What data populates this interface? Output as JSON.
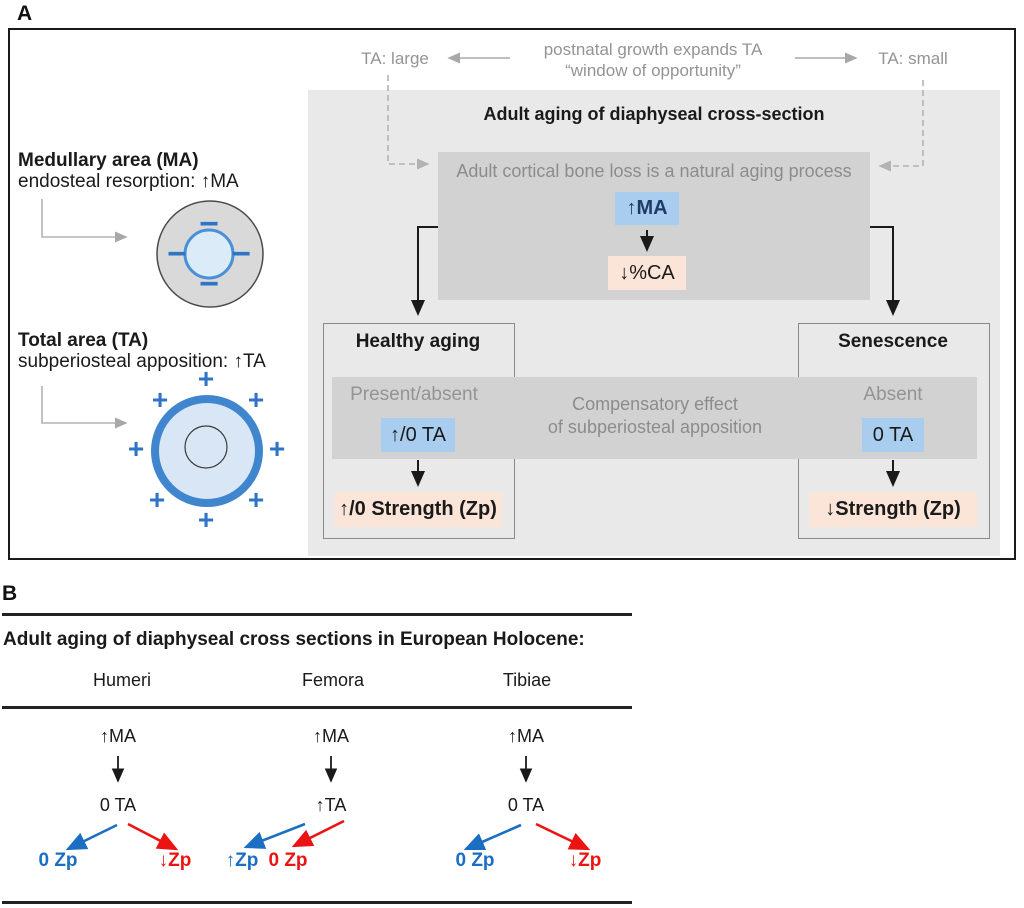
{
  "figure": {
    "panel_a": {
      "label": "A",
      "growth_caption_line1": "postnatal growth expands TA",
      "growth_caption_line2": "“window of opportunity”",
      "ta_large": "TA: large",
      "ta_small": "TA: small",
      "medullary_title": "Medullary area (MA)",
      "medullary_subtitle": "endosteal resorption: ↑MA",
      "total_title": "Total area (TA)",
      "total_subtitle": "subperiosteal apposition: ↑TA",
      "minus_glyph": "−",
      "plus_glyph": "+",
      "main_title": "Adult aging of diaphyseal cross-section",
      "process_text": "Adult cortical bone loss is a natural aging process",
      "ma_chip": "↑MA",
      "ca_chip": "↓%CA",
      "healthy_title": "Healthy aging",
      "healthy_status": "Present/absent",
      "healthy_ta_chip": "↑/0 TA",
      "healthy_strength_chip": "↑/0 Strength (Zp)",
      "senescence_title": "Senescence",
      "senescence_status": "Absent",
      "senescence_ta_chip": "0 TA",
      "senescence_strength_chip": "↓Strength (Zp)",
      "band_line1": "Compensatory effect",
      "band_line2": "of subperiosteal apposition"
    },
    "panel_b": {
      "label": "B",
      "title": "Adult aging of diaphyseal cross sections in European Holocene:",
      "columns": [
        {
          "header": "Humeri",
          "ma": "↑MA",
          "ta": "0 TA",
          "left_zp": "0 Zp",
          "right_zp": "↓Zp"
        },
        {
          "header": "Femora",
          "ma": "↑MA",
          "ta": "↑TA",
          "left_zp": "↑Zp",
          "right_zp": "0 Zp"
        },
        {
          "header": "Tibiae",
          "ma": "↑MA",
          "ta": "0 TA",
          "left_zp": "0 Zp",
          "right_zp": "↓Zp"
        }
      ]
    },
    "colors": {
      "chip_blue_bg": "#a9cdee",
      "chip_peach_bg": "#fbe5d8",
      "ma_chip_text": "#1f3c68",
      "zp_blue": "#1b6ec2",
      "zp_red": "#ec1313",
      "panel_gray": "#e9e9e9",
      "band_gray": "#d2d2d2",
      "muted_text": "#949494"
    }
  }
}
